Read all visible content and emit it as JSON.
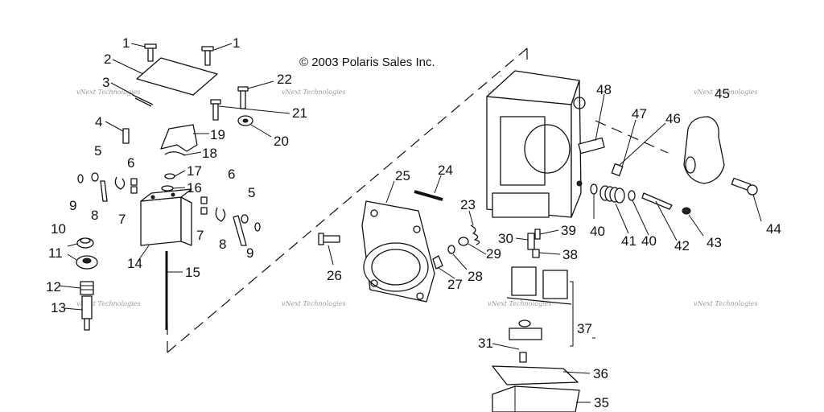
{
  "copyright": "© 2003 Polaris Sales Inc.",
  "watermark": "vNext Technologies",
  "callouts": [
    "1",
    "1",
    "2",
    "3",
    "22",
    "21",
    "20",
    "19",
    "18",
    "4",
    "5",
    "6",
    "17",
    "16",
    "9",
    "8",
    "7",
    "6",
    "5",
    "10",
    "7",
    "8",
    "9",
    "11",
    "14",
    "15",
    "12",
    "13",
    "25",
    "24",
    "23",
    "26",
    "27",
    "28",
    "29",
    "30",
    "39",
    "38",
    "37",
    "31",
    "36",
    "35",
    "48",
    "47",
    "46",
    "45",
    "44",
    "40",
    "41",
    "40",
    "42",
    "43"
  ]
}
